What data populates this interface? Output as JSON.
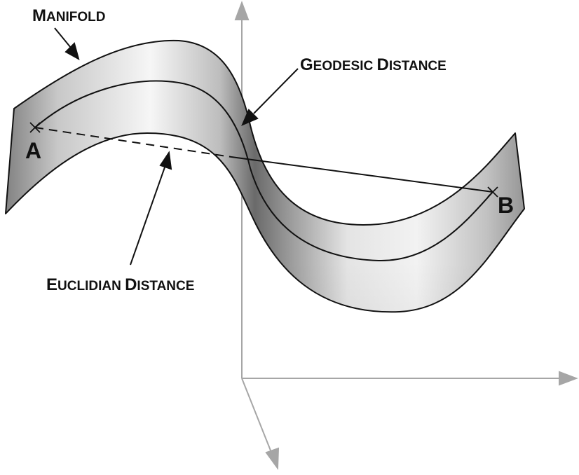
{
  "labels": {
    "manifold": {
      "big": "M",
      "rest": "ANIFOLD"
    },
    "geodesic": {
      "big1": "G",
      "rest1": "EODESIC ",
      "big2": "D",
      "rest2": "ISTANCE"
    },
    "euclidian": {
      "big1": "E",
      "rest1": "UCLIDIAN ",
      "big2": "D",
      "rest2": "ISTANCE"
    }
  },
  "points": {
    "a": "A",
    "b": "B"
  },
  "colors": {
    "axis": "#a6a6a6",
    "outline": "#111111",
    "surface_light": "#f4f4f4",
    "surface_dark": "#6e6e6e"
  }
}
